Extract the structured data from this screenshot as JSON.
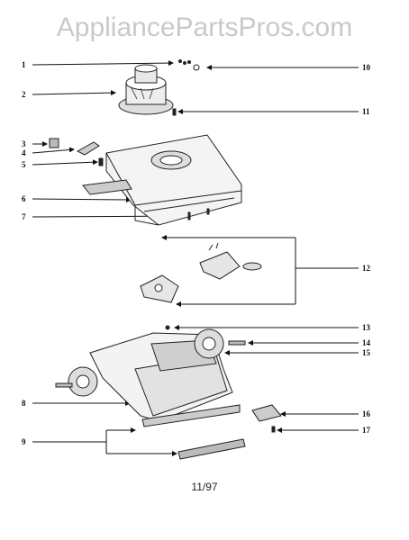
{
  "watermark": "AppliancePartsPros.com",
  "footer": "11/97",
  "callouts": [
    "1",
    "2",
    "3",
    "4",
    "5",
    "6",
    "7",
    "8",
    "9",
    "10",
    "11",
    "12",
    "13",
    "14",
    "15",
    "16",
    "17"
  ]
}
